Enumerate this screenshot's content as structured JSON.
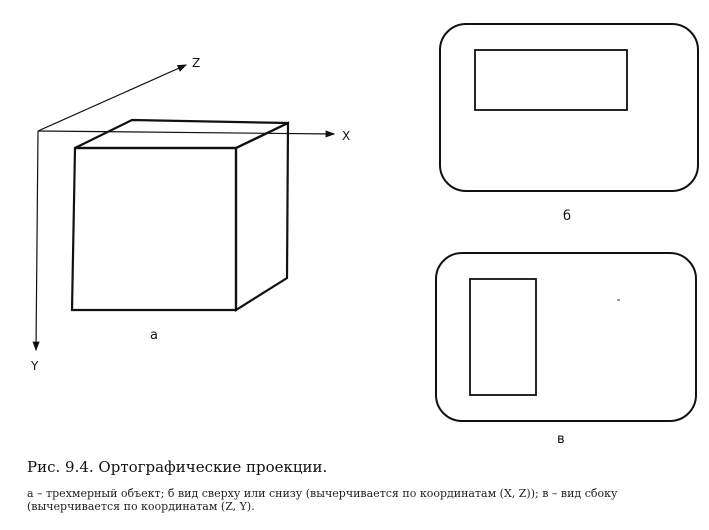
{
  "axes": {
    "x": "X",
    "y": "Y",
    "z": "Z"
  },
  "panels": {
    "a": "а",
    "b": "б",
    "v": "в"
  },
  "caption": {
    "title": "Рис.  9.4.  Ортографические  проекции.",
    "text": "а – трехмерный объект; б  вид сверху или снизу (вычерчивается по координатам (X, Z)); в – вид сбоку (вычерчивается по координатам (Z, Y)."
  }
}
